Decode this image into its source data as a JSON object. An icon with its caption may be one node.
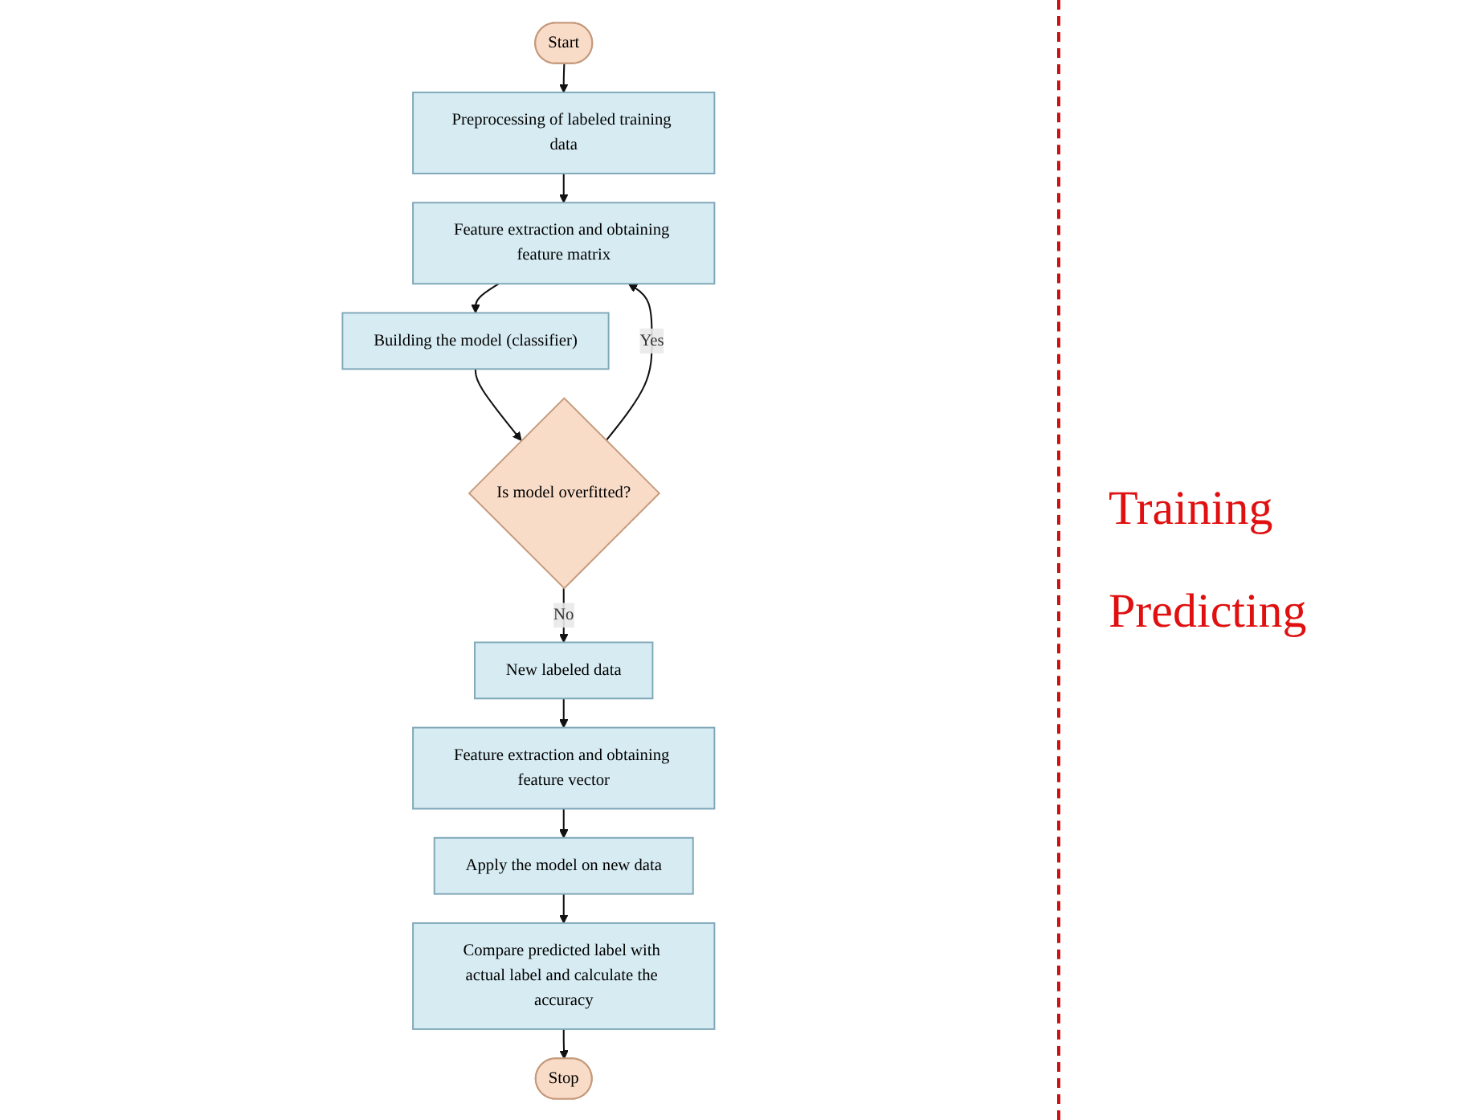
{
  "diagram": {
    "nodes": [
      {
        "text": [
          "Start"
        ]
      },
      {
        "text": [
          "Preprocessing of labeled training data"
        ]
      },
      {
        "text": [
          "Feature extraction and obtaining feature matrix"
        ]
      },
      {
        "text": [
          "Building the model (classifier)"
        ]
      },
      {
        "text": [
          "Is model overfitted?"
        ]
      },
      {
        "text": [
          "New labeled data"
        ]
      },
      {
        "text": [
          "Feature extraction and obtaining feature vector"
        ]
      },
      {
        "text": [
          "Apply the model on new data"
        ]
      },
      {
        "text": [
          "Compare predicted label with actual label and calculate the accuracy"
        ]
      },
      {
        "text": [
          "Stop"
        ]
      }
    ],
    "edges": [
      {
        "from": 0,
        "to": 1,
        "arrow": "to"
      },
      {
        "from": 1,
        "to": 2,
        "arrow": "to"
      },
      {
        "from": 2,
        "to": 3,
        "arrow": "to"
      },
      {
        "from": 3,
        "to": 4,
        "arrow": "to"
      },
      {
        "from": 4,
        "to": 2,
        "arrow": "to",
        "label": "Yes"
      },
      {
        "from": 4,
        "to": 5,
        "arrow": "to",
        "label": "No"
      },
      {
        "from": 5,
        "to": 6,
        "arrow": "to"
      },
      {
        "from": 6,
        "to": 7,
        "arrow": "to"
      },
      {
        "from": 7,
        "to": 8,
        "arrow": "to"
      },
      {
        "from": 8,
        "to": 9,
        "arrow": "to"
      }
    ],
    "labels": [
      "Training",
      "Predicting"
    ]
  }
}
